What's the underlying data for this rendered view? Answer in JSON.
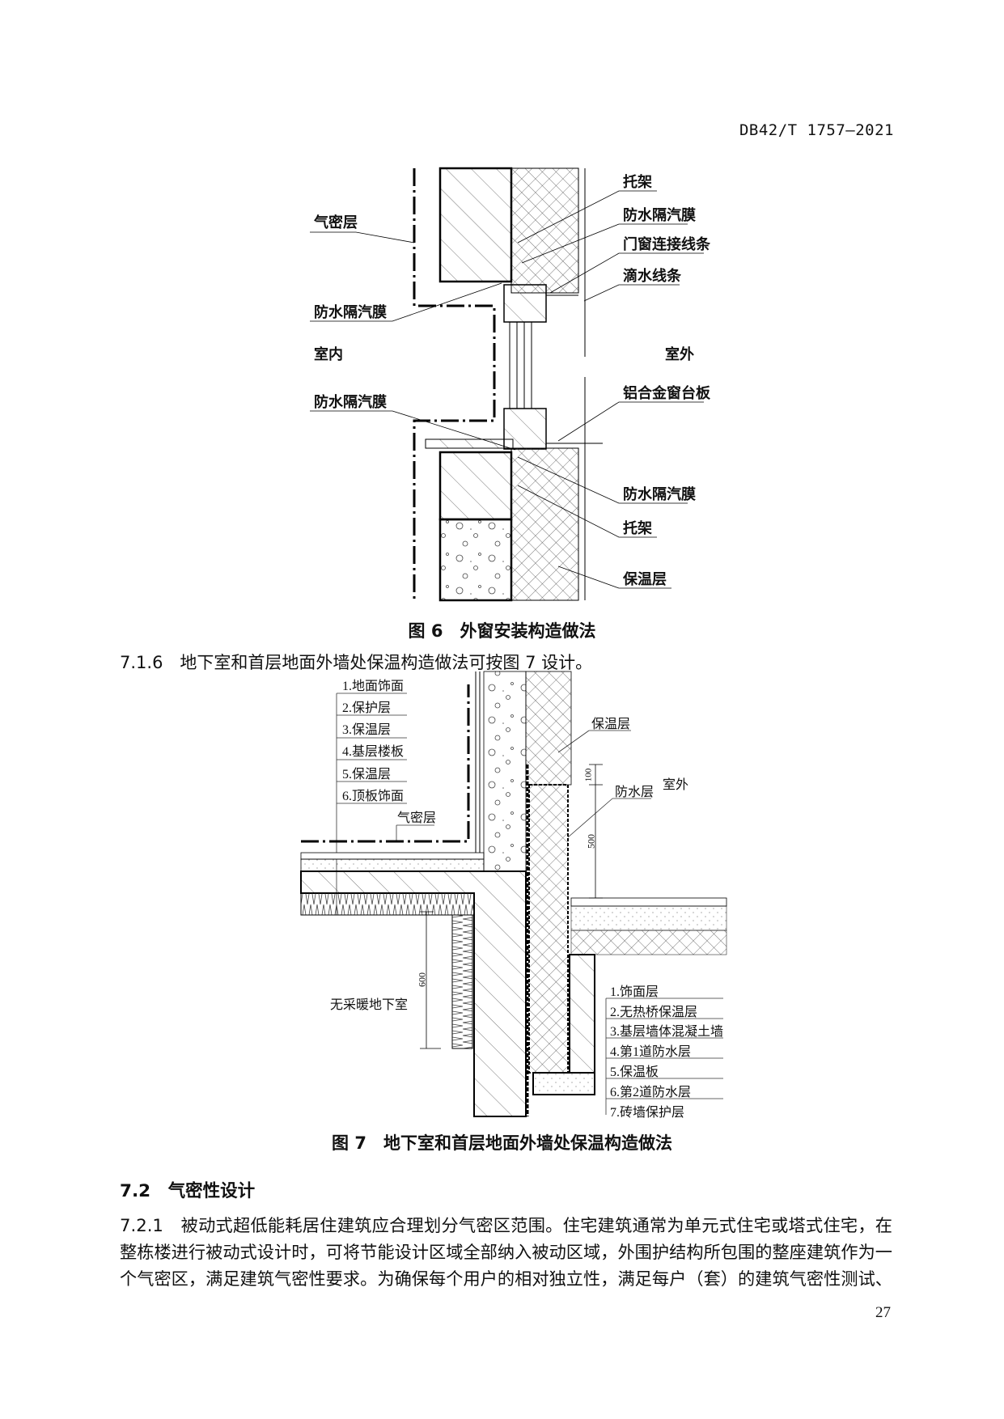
{
  "header": {
    "doc_number": "DB42/T 1757—2021"
  },
  "figure6": {
    "caption": "图 6　外窗安装构造做法",
    "labels_left": [
      "气密层",
      "防水隔汽膜",
      "室内",
      "防水隔汽膜"
    ],
    "labels_right": [
      "托架",
      "防水隔汽膜",
      "门窗连接线条",
      "滴水线条",
      "室外",
      "铝合金窗台板",
      "防水隔汽膜",
      "托架",
      "保温层"
    ]
  },
  "clause_716": "7.1.6　地下室和首层地面外墙处保温构造做法可按图 7 设计。",
  "figure7": {
    "caption": "图 7　地下室和首层地面外墙处保温构造做法",
    "floor_layers": [
      "1.地面饰面",
      "2.保护层",
      "3.保温层",
      "4.基层楼板",
      "5.保温层",
      "6.顶板饰面"
    ],
    "wall_layers": [
      "1.饰面层",
      "2.无热桥保温层",
      "3.基层墙体混凝土墙",
      "4.第1道防水层",
      "5.保温板",
      "6.第2道防水层",
      "7.砖墙保护层"
    ],
    "labels": {
      "airtight": "气密层",
      "insulation": "保温层",
      "waterproof": "防水层",
      "outdoor": "室外",
      "basement": "无采暖地下室"
    },
    "dimensions": {
      "upper_small": "100",
      "upper": "500",
      "basement": "600"
    }
  },
  "section_72": {
    "heading": "7.2　气密性设计"
  },
  "clause_721": {
    "lines": [
      "7.2.1　被动式超低能耗居住建筑应合理划分气密区范围。住宅建筑通常为单元式住宅或塔式住宅，在",
      "整栋楼进行被动式设计时，可将节能设计区域全部纳入被动区域，外围护结构所包围的整座建筑作为一",
      "个气密区，满足建筑气密性要求。为确保每个用户的相对独立性，满足每户（套）的建筑气密性测试、"
    ]
  },
  "page_number": "27"
}
